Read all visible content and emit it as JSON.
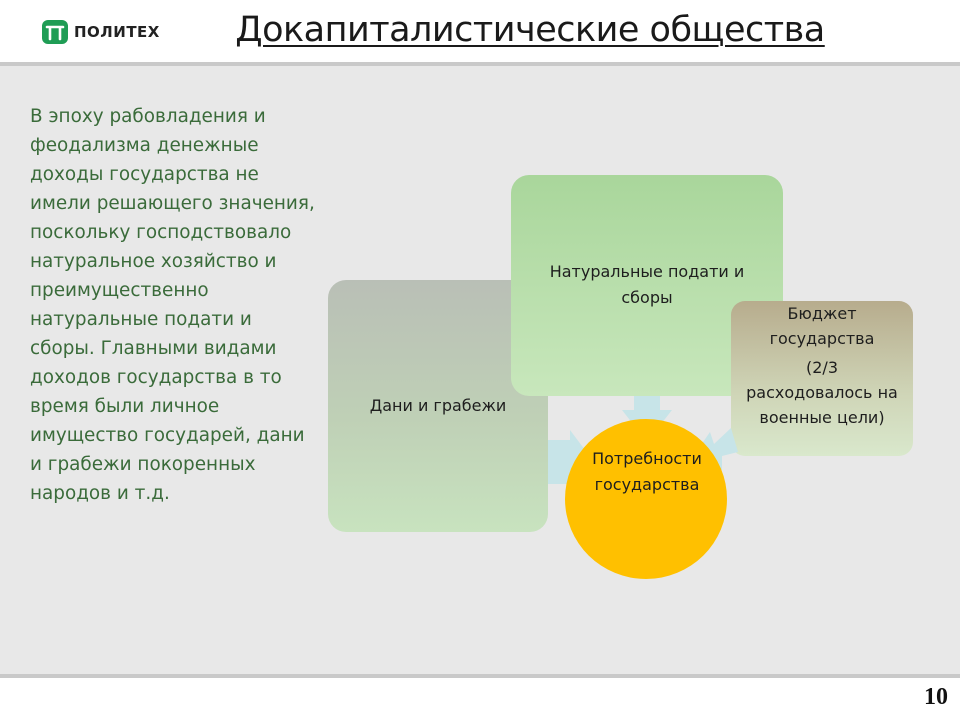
{
  "header": {
    "logo_text": "ПОЛИТЕХ",
    "title": "Докапиталистические общества"
  },
  "main": {
    "body_text": "В эпоху рабовладения и феодализма денежные доходы государства не имели решающего значения, поскольку господствовало натуральное хозяйство и преимущественно натуральные подати и сборы. Главными видами доходов государства в то время были личное имущество государей, дани и грабежи покоренных народов и т.д."
  },
  "diagram": {
    "tributes_label": "Дани и грабежи",
    "natural_label": "Натуральные подати и сборы",
    "budget_label": "Бюджет государства",
    "budget_note": "(2/3 расходовалось на военные цели)",
    "center_label": "Потребности государства",
    "colors": {
      "center": "#ffc000",
      "arrow": "#c7e4e8"
    }
  },
  "footer": {
    "page_number": "10"
  }
}
